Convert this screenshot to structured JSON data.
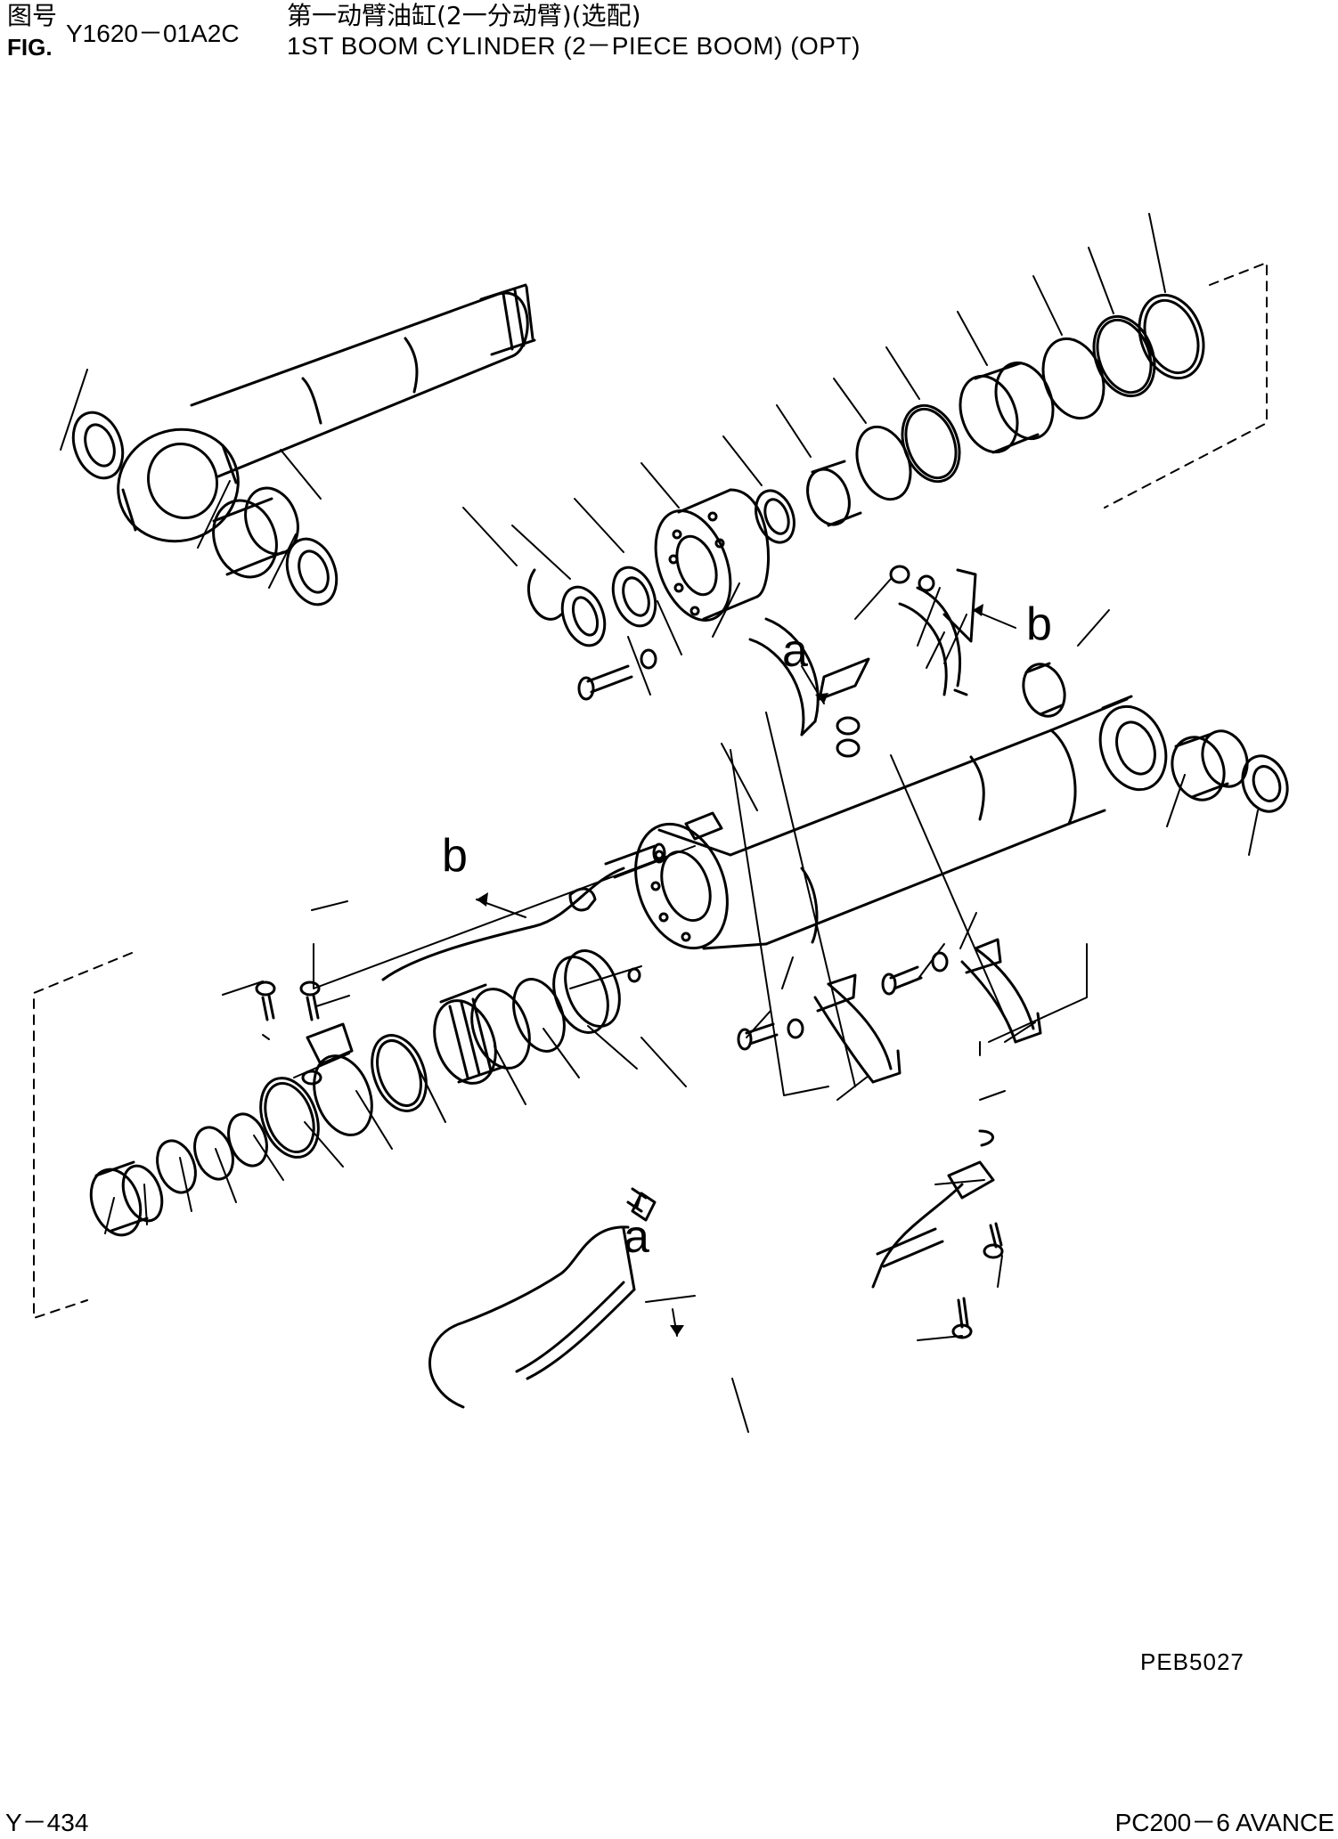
{
  "header": {
    "label_cn": "图号",
    "label_en": "FIG.",
    "figure_code": "Y1620－01A2C",
    "title_cn": "第一动臂油缸(2一分动臂)(选配)",
    "title_en": "1ST BOOM CYLINDER (2－PIECE BOOM) (OPT)"
  },
  "diagram": {
    "callouts": [
      {
        "text": "a"
      },
      {
        "text": "b"
      },
      {
        "text": "b"
      },
      {
        "text": "a"
      }
    ],
    "drawing_code": "PEB5027"
  },
  "footer": {
    "page": "Y－434",
    "model": "PC200－6 AVANCE"
  }
}
